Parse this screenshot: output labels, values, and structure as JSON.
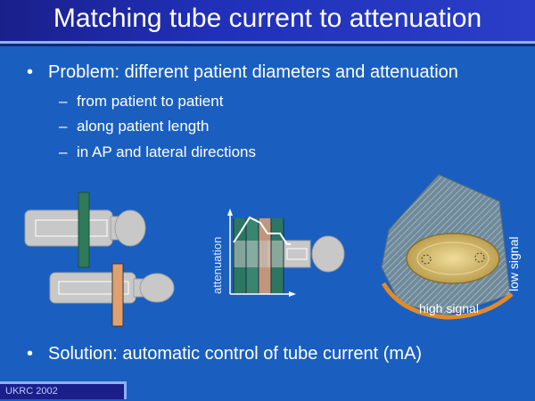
{
  "title": "Matching tube current to attenuation",
  "bullets": [
    {
      "marker": "•",
      "text": "Problem: different patient diameters and attenuation"
    },
    {
      "marker": "•",
      "text": "Solution: automatic control of tube current (mA)"
    }
  ],
  "subbullets": [
    {
      "marker": "–",
      "text": "from patient to patient"
    },
    {
      "marker": "–",
      "text": "along patient length"
    },
    {
      "marker": "–",
      "text": "in AP and lateral directions"
    }
  ],
  "figure": {
    "axis_label": "attenuation",
    "low_signal": "low signal",
    "high_signal": "high signal"
  },
  "footer": {
    "org": "UKRC",
    "year": "2002"
  },
  "colors": {
    "background": "#1a5fc0",
    "title_bar": "#1a1f8a",
    "patient_body": "#c8c8c8",
    "beam_green": "#2f7a58",
    "beam_orange": "#e0a070",
    "cross_section_orange": "#e08a28"
  }
}
